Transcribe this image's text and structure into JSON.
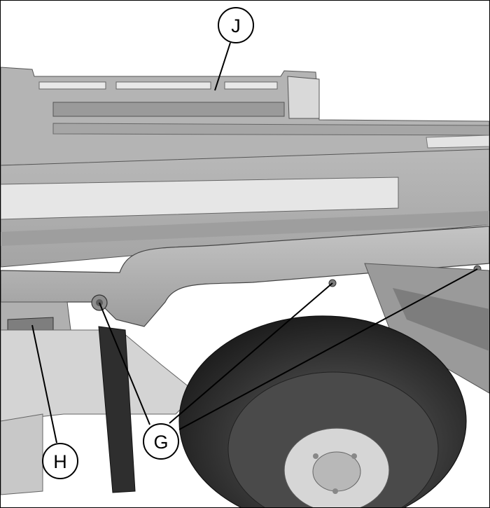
{
  "figure": {
    "callouts": {
      "j": "J",
      "g": "G",
      "h": "H"
    },
    "colors": {
      "line": "#000000",
      "callout_fill": "#ffffff",
      "body_light": "#bdbdbd",
      "body_mid": "#a9a9a9",
      "body_dark": "#8a8a8a",
      "tire": "#3a3a3a"
    }
  }
}
